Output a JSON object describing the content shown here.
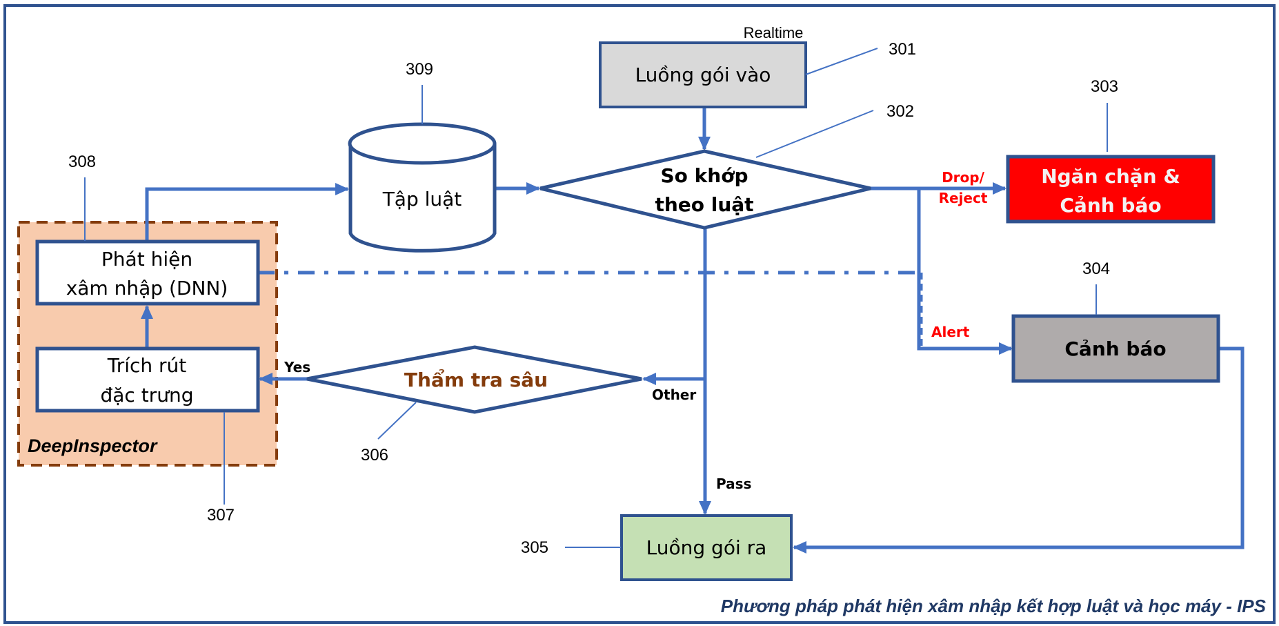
{
  "diagram": {
    "caption": "Phương pháp phát hiện xâm nhập kết hợp luật và học máy - IPS",
    "colors": {
      "frame": "#2F528F",
      "connector": "#4472C4",
      "node_border": "#2F528F",
      "input_fill": "#D9D9D9",
      "block_fill": "#FF0000",
      "alert_fill": "#AFABAB",
      "output_fill": "#C5E0B4",
      "deep_fill": "#F8CBAD",
      "deep_border": "#843C0C",
      "deep_text": "#843C0C",
      "edge_label_red": "#FF0000"
    },
    "nodes": {
      "input_stream": {
        "ref": "301",
        "label": "Luồng gói vào",
        "note": "Realtime"
      },
      "rule_match": {
        "ref": "302",
        "line1": "So khớp",
        "line2": "theo luật"
      },
      "block_alert": {
        "ref": "303",
        "line1": "Ngăn chặn &",
        "line2": "Cảnh báo"
      },
      "alert": {
        "ref": "304",
        "label": "Cảnh báo"
      },
      "output_stream": {
        "ref": "305",
        "label": "Luồng gói ra"
      },
      "deep_inspect": {
        "ref": "306",
        "label": "Thẩm tra sâu"
      },
      "feature_extract": {
        "ref": "307",
        "line1": "Trích rút",
        "line2": "đặc trưng"
      },
      "dnn_detect": {
        "ref": "308",
        "line1": "Phát hiện",
        "line2": "xâm nhập (DNN)"
      },
      "rule_set": {
        "ref": "309",
        "label": "Tập luật"
      },
      "deep_inspector_group": {
        "label": "DeepInspector"
      }
    },
    "edges": {
      "drop_line1": "Drop/",
      "drop_line2": "Reject",
      "alert": "Alert",
      "pass": "Pass",
      "other": "Other",
      "yes": "Yes"
    }
  }
}
